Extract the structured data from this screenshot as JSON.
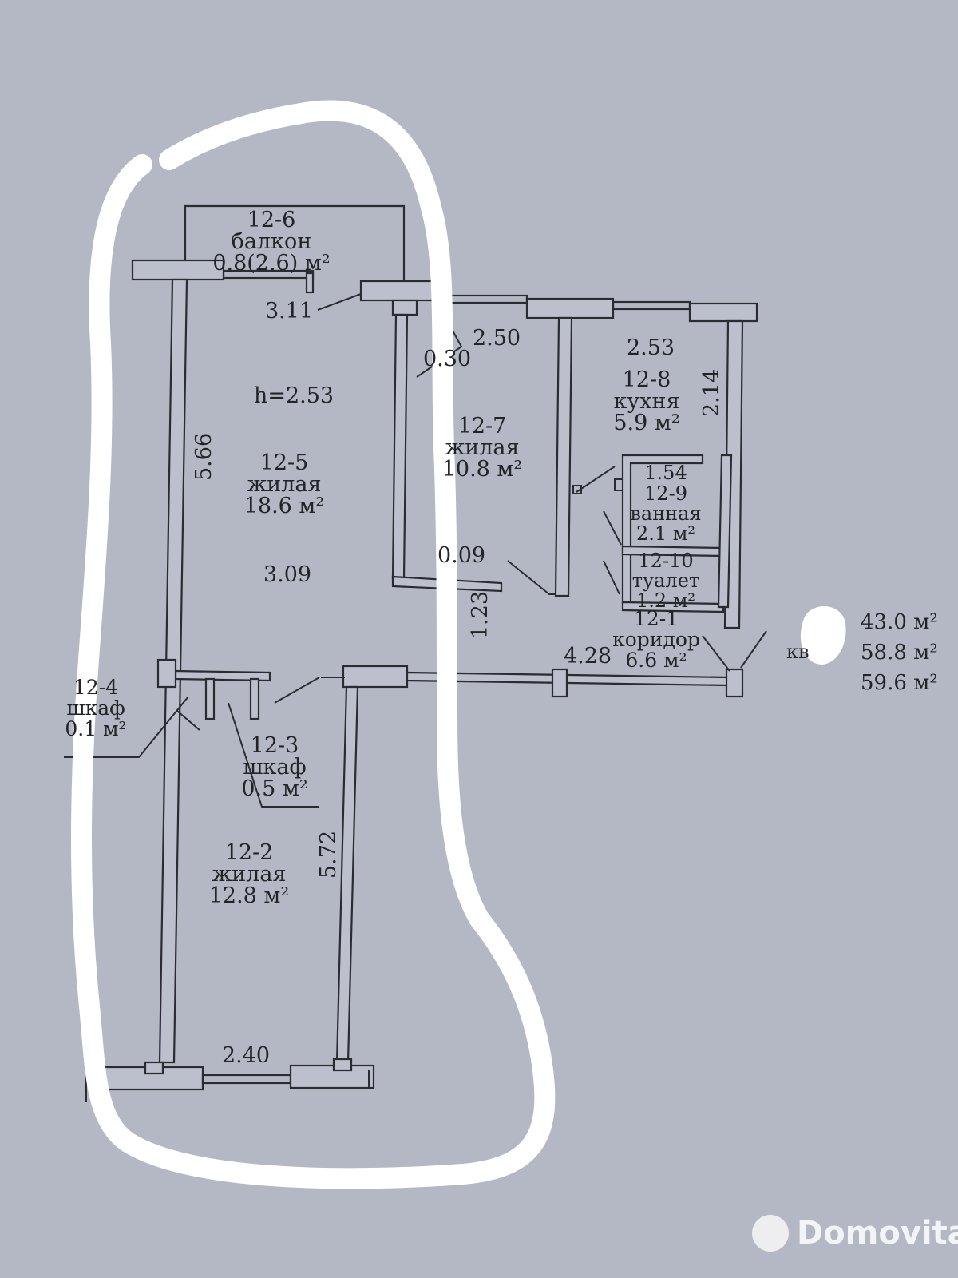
{
  "plan": {
    "rooms": [
      {
        "id": "12-6",
        "type": "балкон",
        "area": "0.8(2.6) м²"
      },
      {
        "id": "12-5",
        "type": "жилая",
        "area": "18.6 м²"
      },
      {
        "id": "12-7",
        "type": "жилая",
        "area": "10.8 м²"
      },
      {
        "id": "12-8",
        "type": "кухня",
        "area": "5.9 м²"
      },
      {
        "id": "12-9",
        "type": "ванная",
        "area": "2.1 м²"
      },
      {
        "id": "12-10",
        "type": "туалет",
        "area": "1.2 м²"
      },
      {
        "id": "12-1",
        "type": "коридор",
        "area": "6.6 м²"
      },
      {
        "id": "12-4",
        "type": "шкаф",
        "area": "0.1 м²"
      },
      {
        "id": "12-3",
        "type": "шкаф",
        "area": "0.5 м²"
      },
      {
        "id": "12-2",
        "type": "жилая",
        "area": "12.8 м²"
      }
    ],
    "ceiling_height": "h=2.53",
    "dimensions": {
      "d_311": "3.11",
      "d_250": "2.50",
      "d_030": "0.30",
      "d_253": "2.53",
      "d_214": "2.14",
      "d_566": "5.66",
      "d_309": "3.09",
      "d_154": "1.54",
      "d_009": "0.09",
      "d_123": "1.23",
      "d_428": "4.28",
      "d_572": "5.72",
      "d_240": "2.40"
    },
    "totals": [
      "43.0 м²",
      "58.8 м²",
      "59.6 м²"
    ],
    "partial_label": "кв"
  },
  "watermark": "Domovita",
  "colors": {
    "paper": "#b4b8c4",
    "ink": "#232428",
    "wall_fill": "#bcc0cc",
    "highlight": "#ffffff"
  }
}
